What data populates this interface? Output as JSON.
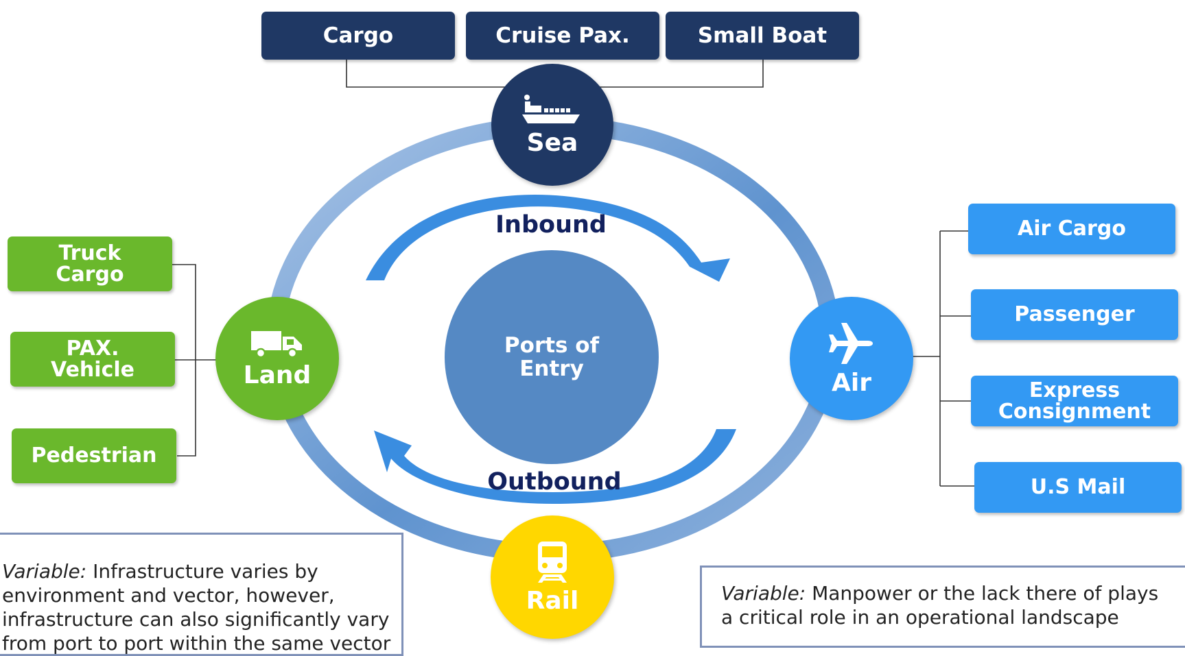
{
  "sea": {
    "label": "Sea",
    "icon": "ship-icon",
    "color": "#1f3864",
    "items": [
      "Cargo",
      "Cruise Pax.",
      "Small Boat"
    ]
  },
  "land": {
    "label": "Land",
    "icon": "truck-icon",
    "color": "#6ab82c",
    "items": [
      {
        "line1": "Truck",
        "line2": "Cargo"
      },
      {
        "line1": "PAX.",
        "line2": "Vehicle"
      },
      {
        "line1": "Pedestrian",
        "line2": ""
      }
    ]
  },
  "air": {
    "label": "Air",
    "icon": "airplane-icon",
    "color": "#3399f3",
    "items": [
      {
        "line1": "Air Cargo",
        "line2": ""
      },
      {
        "line1": "Passenger",
        "line2": ""
      },
      {
        "line1": "Express",
        "line2": "Consignment"
      },
      {
        "line1": "U.S Mail",
        "line2": ""
      }
    ]
  },
  "rail": {
    "label": "Rail",
    "icon": "train-icon",
    "color": "#ffd700"
  },
  "center": {
    "line1": "Ports of",
    "line2": "Entry",
    "color": "#5589c4"
  },
  "flows": {
    "inbound": "Inbound",
    "outbound": "Outbound",
    "arrow_color": "#3a8de0"
  },
  "notes": {
    "left": {
      "prefix": "Variable:",
      "line1": " Infrastructure varies by",
      "line2": "environment and vector, however,",
      "line3": "infrastructure can also significantly vary",
      "line4": "from port to port within the same vector"
    },
    "right": {
      "prefix": "Variable:",
      "line1": " Manpower or the lack there of plays",
      "line2": "a critical role in an operational landscape"
    }
  }
}
